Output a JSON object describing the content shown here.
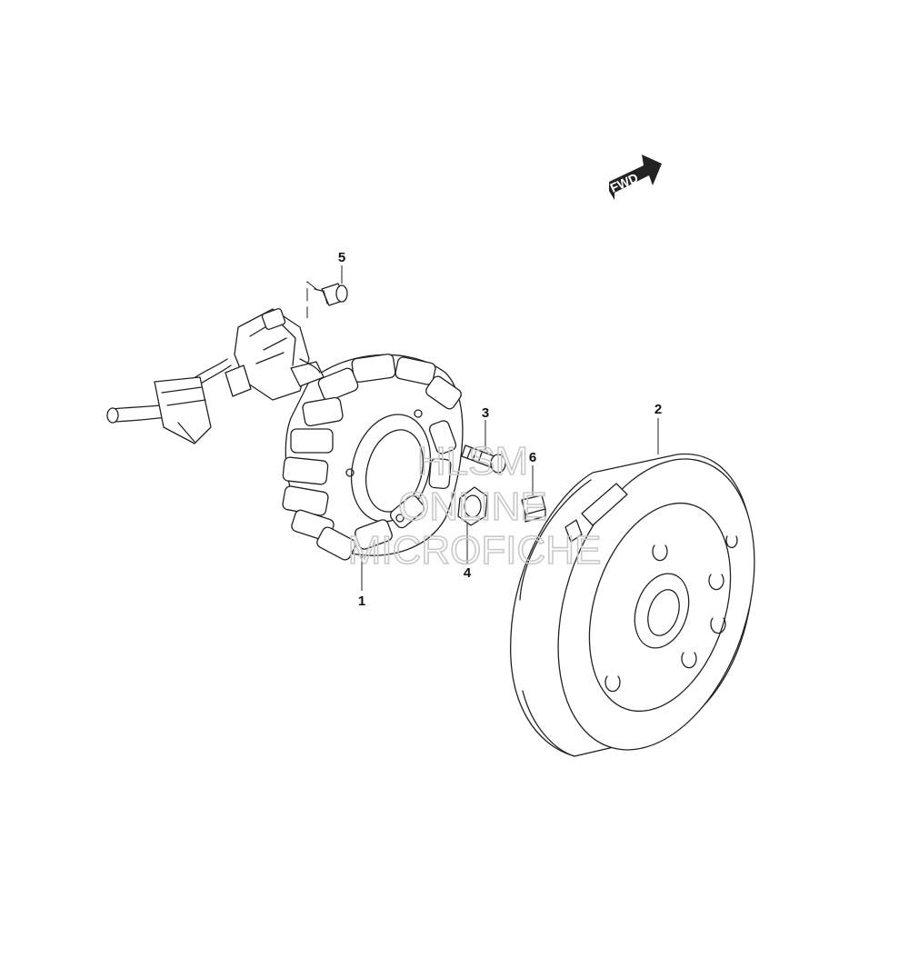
{
  "callouts": [
    {
      "id": "1",
      "label": "1",
      "part": "stator"
    },
    {
      "id": "2",
      "label": "2",
      "part": "flywheel-rotor"
    },
    {
      "id": "3",
      "label": "3",
      "part": "bolt"
    },
    {
      "id": "4",
      "label": "4",
      "part": "nut"
    },
    {
      "id": "5",
      "label": "5",
      "part": "screw"
    },
    {
      "id": "6",
      "label": "6",
      "part": "key"
    }
  ],
  "fwd_label": "FWD",
  "watermark": {
    "line1": "HLSM",
    "line2": "ONLINE",
    "line3": "MICROFICHE"
  },
  "colors": {
    "line": "#222222",
    "watermark": "#c9c9c9",
    "fwd_fill": "#222222"
  }
}
